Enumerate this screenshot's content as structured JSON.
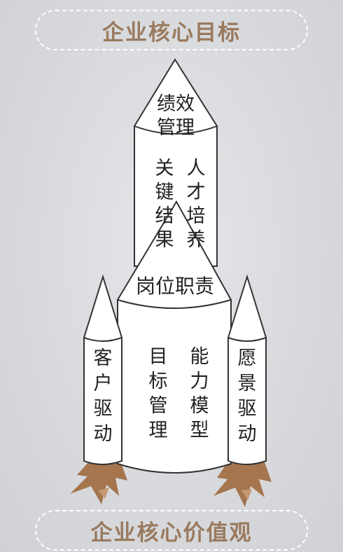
{
  "top_banner": "企业核心目标",
  "bottom_banner": "企业核心价值观",
  "nose": {
    "text": "绩效管理"
  },
  "upper_body": {
    "left": "关键结果",
    "right": "人才培养"
  },
  "cone": {
    "text": "岗位职责"
  },
  "lower_body": {
    "left": "目标管理",
    "right": "能力模型"
  },
  "left_booster": {
    "text": "客户驱动"
  },
  "right_booster": {
    "text": "愿景驱动"
  },
  "colors": {
    "banner_text": "#9a7a5e",
    "flame": "#a5754e",
    "outline": "#333333"
  }
}
